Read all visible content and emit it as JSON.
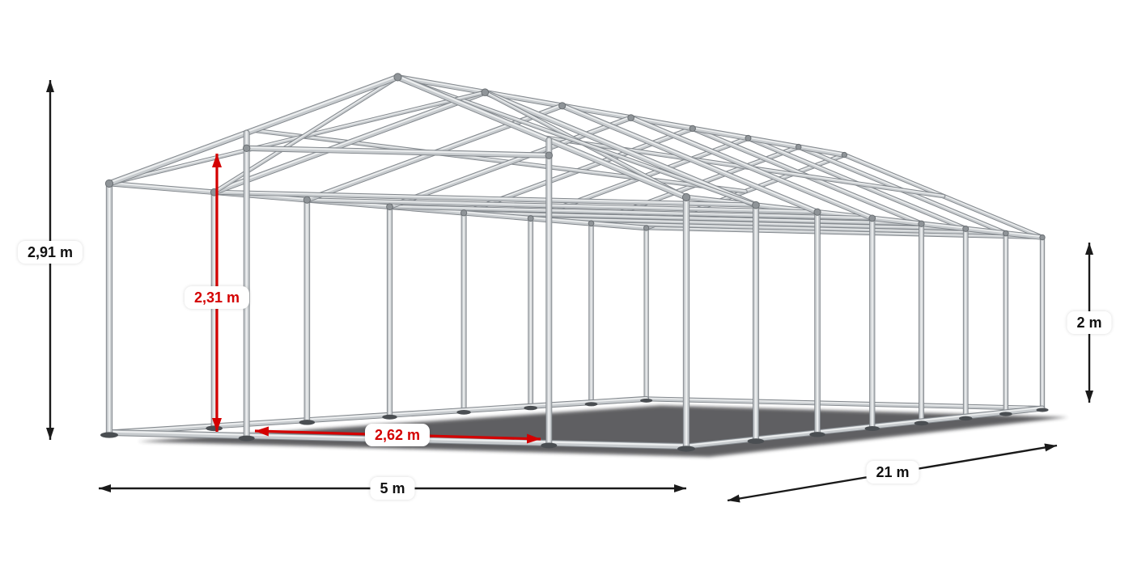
{
  "dimensions": {
    "total_height": {
      "label": "2,91 m",
      "color": "black"
    },
    "entrance_height": {
      "label": "2,31 m",
      "color": "red"
    },
    "entrance_width": {
      "label": "2,62 m",
      "color": "red"
    },
    "width": {
      "label": "5 m",
      "color": "black"
    },
    "length": {
      "label": "21 m",
      "color": "black"
    },
    "side_height": {
      "label": "2 m",
      "color": "black"
    }
  },
  "colors": {
    "background": "#ffffff",
    "frame_body": "#c7cbce",
    "frame_edge": "#82878c",
    "frame_highlight": "#eceeef",
    "joint": "#8f9498",
    "foot": "#4a4e52",
    "shadow": "#37393b",
    "dimension_black": "#1a1a1a",
    "dimension_red": "#d40000"
  }
}
